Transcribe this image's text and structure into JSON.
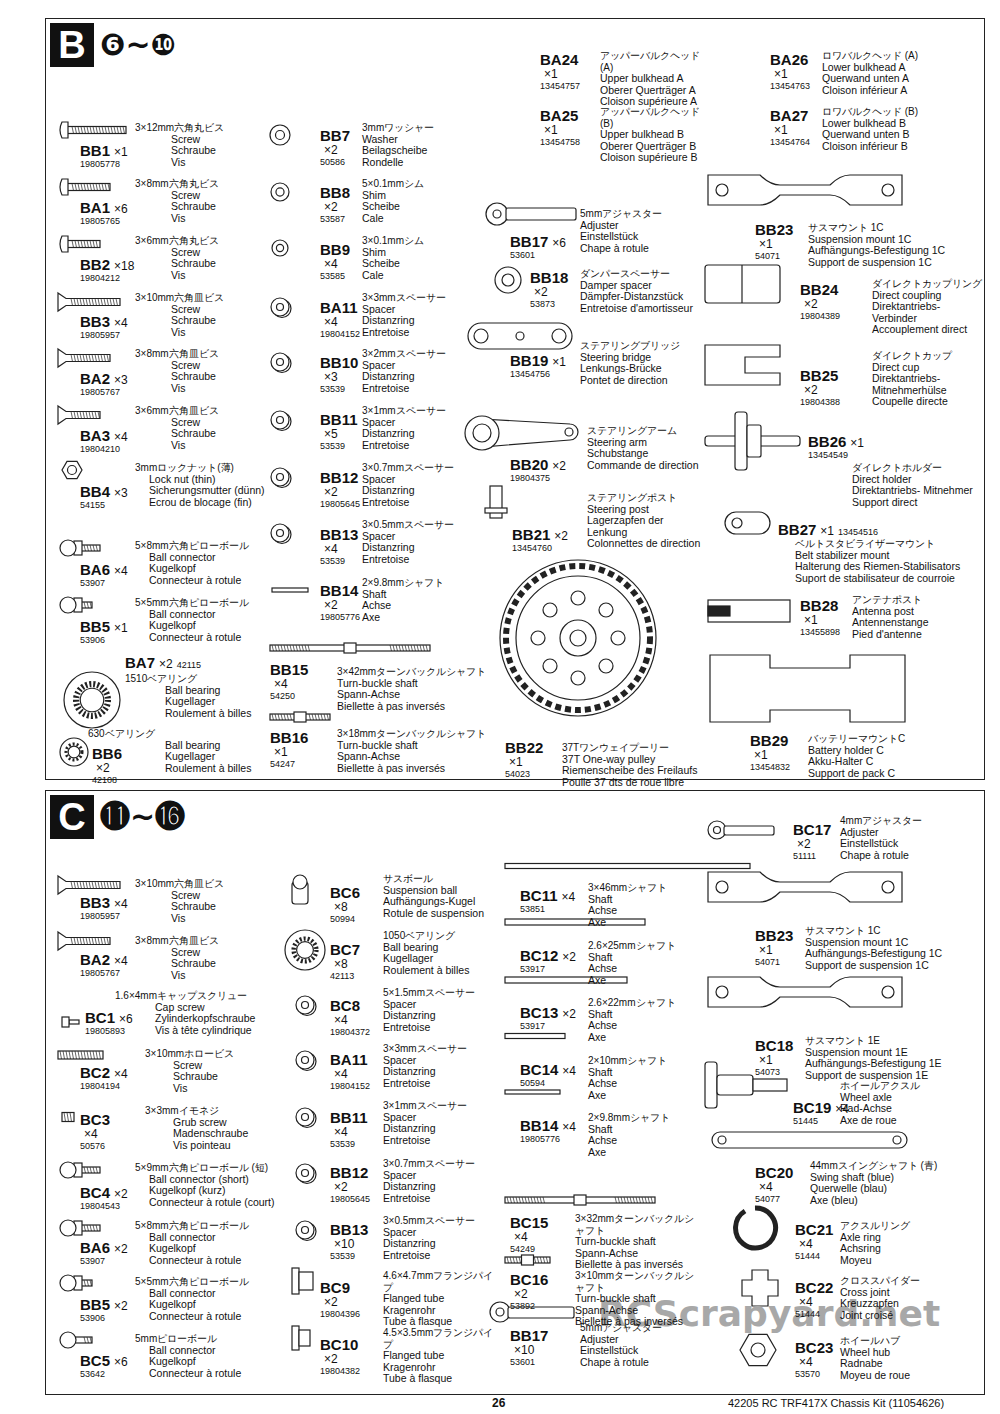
{
  "diagram": {
    "nodes": [
      {
        "text": [
          "B",
          "❻~❿"
        ]
      },
      {
        "text": [
          "C",
          "⓫~⓰"
        ]
      }
    ],
    "labels": [
      "BB1",
      "×1",
      "19805778",
      "3×12mm六角丸ビス",
      "Screw",
      "Schraube",
      "Vis",
      "BA1",
      "×6",
      "19805765",
      "3×8mm六角丸ビス",
      "Screw",
      "Schraube",
      "Vis",
      "BB2",
      "×18",
      "19804212",
      "3×6mm六角丸ビス",
      "Screw",
      "Schraube",
      "Vis",
      "BB3",
      "×4",
      "19805957",
      "3×10mm六角皿ビス",
      "Screw",
      "Schraube",
      "Vis",
      "BA2",
      "×3",
      "19805767",
      "3×8mm六角皿ビス",
      "Screw",
      "Schraube",
      "Vis",
      "BA3",
      "×4",
      "19804210",
      "3×6mm六角皿ビス",
      "Screw",
      "Schraube",
      "Vis",
      "BB4",
      "×3",
      "54155",
      "3mmロックナット(薄)",
      "Lock nut (thin)",
      "Sicherungsmutter (dünn)",
      "Ecrou de blocage (fin)",
      "BA6",
      "×4",
      "53907",
      "5×8mm六角ピローボール",
      "Ball connector",
      "Kugelkopf",
      "Connecteur à rotule",
      "BB5",
      "×1",
      "53906",
      "5×5mm六角ピローボール",
      "Ball connector",
      "Kugelkopf",
      "Connecteur à rotule",
      "BA7",
      "×2",
      "42115",
      "1510ベアリング",
      "Ball bearing",
      "Kugellager",
      "Roulement à billes",
      "BB6",
      "×2",
      "42108",
      "630ベアリング",
      "Ball bearing",
      "Kugellager",
      "Roulement à billes",
      "BB7",
      "×2",
      "50586",
      "3mmワッシャー",
      "Washer",
      "Beilagscheibe",
      "Rondelle",
      "BB8",
      "×2",
      "53587",
      "5×0.1mmシム",
      "Shim",
      "Scheibe",
      "Cale",
      "BB9",
      "×4",
      "53585",
      "3×0.1mmシム",
      "Shim",
      "Scheibe",
      "Cale",
      "BA11",
      "×4",
      "19804152",
      "3×3mmスペーサー",
      "Spacer",
      "Distanzring",
      "Entretoise",
      "BB10",
      "×3",
      "53539",
      "3×2mmスペーサー",
      "Spacer",
      "Distanzring",
      "Entretoise",
      "BB11",
      "×5",
      "53539",
      "3×1mmスペーサー",
      "Spacer",
      "Distanzring",
      "Entretoise",
      "BB12",
      "×2",
      "19805645",
      "3×0.7mmスペーサー",
      "Spacer",
      "Distanzring",
      "Entretoise",
      "BB13",
      "×4",
      "53539",
      "3×0.5mmスペーサー",
      "Spacer",
      "Distanzring",
      "Entretoise",
      "BB14",
      "×2",
      "19805776",
      "2×9.8mmシャフト",
      "Shaft",
      "Achse",
      "Axe",
      "BB15",
      "×4",
      "54250",
      "3×42mmターンバックルシャフト",
      "Turn-buckle shaft",
      "Spann-Achse",
      "Biellette à pas inversés",
      "BB16",
      "×1",
      "54247",
      "3×18mmターンバックルシャフト",
      "Turn-buckle shaft",
      "Spann-Achse",
      "Biellette à pas inversés",
      "BA24",
      "×1",
      "13454757",
      "アッパーバルクヘッド (A)",
      "Upper bulkhead A",
      "Oberer Querträger A",
      "Cloison supérieure A",
      "BA25",
      "×1",
      "13454758",
      "アッパーバルクヘッド (B)",
      "Upper bulkhead B",
      "Oberer Querträger B",
      "Cloison supérieure B",
      "BA26",
      "×1",
      "13454763",
      "ロワバルクヘッド (A)",
      "Lower bulkhead A",
      "Querwand unten A",
      "Cloison inférieur A",
      "BA27",
      "×1",
      "13454764",
      "ロワバルクヘッド (B)",
      "Lower bulkhead B",
      "Querwand unten B",
      "Cloison inférieur B",
      "BB17",
      "×6",
      "53601",
      "5mmアジャスター",
      "Adjuster",
      "Einstellstück",
      "Chape à rotule",
      "BB18",
      "×2",
      "53873",
      "ダンパースペーサー",
      "Damper spacer",
      "Dämpfer-Distanzstück",
      "Entretoise d'amortisseur",
      "BB19",
      "×1",
      "13454756",
      "ステアリングブリッジ",
      "Steering bridge",
      "Lenkungs-Brücke",
      "Pontet de direction",
      "BB20",
      "×2",
      "19804375",
      "ステアリングアーム",
      "Steering arm",
      "Schubstange",
      "Commande de direction",
      "BB21",
      "×2",
      "13454760",
      "ステアリングポスト",
      "Steering post",
      "Lagerzapfen der Lenkung",
      "Colonnettes de direction",
      "BB22",
      "×1",
      "54023",
      "37Tワンウェイプーリー",
      "37T One-way pulley",
      "Riemenscheibe des Freilaufs",
      "Poulie 37 dts de roue libre",
      "BB23",
      "×1",
      "54071",
      "サスマウント 1C",
      "Suspension mount 1C",
      "Aufhängungs-Befestigung 1C",
      "Support de suspension 1C",
      "BB24",
      "×2",
      "19804389",
      "ダイレクトカップリング",
      "Direct coupling",
      "Direktantriebs- Verbinder",
      "Accouplement direct",
      "BB25",
      "×2",
      "19804388",
      "ダイレクトカップ",
      "Direct cup",
      "Direktantriebs- Mitnehmerhülse",
      "Coupelle directe",
      "BB26",
      "×1",
      "13454549",
      "ダイレクトホルダー",
      "Direct holder",
      "Direktantriebs- Mitnehmer",
      "Support direct",
      "BB27",
      "×1",
      "13454516",
      "ベルトスタビライザーマウント",
      "Belt stabilizer mount",
      "Halterung des Riemen-Stabilisators",
      "Suport de stabilisateur de courroie",
      "BB28",
      "×1",
      "13455898",
      "アンテナポスト",
      "Antenna post",
      "Antennenstange",
      "Pied d'antenne",
      "BB29",
      "×1",
      "13454832",
      "バッテリーマウントC",
      "Battery holder C",
      "Akku-Halter C",
      "Support de pack C",
      "BB3",
      "×4",
      "19805957",
      "3×10mm六角皿ビス",
      "Screw",
      "Schraube",
      "Vis",
      "BA2",
      "×4",
      "19805767",
      "3×8mm六角皿ビス",
      "Screw",
      "Schraube",
      "Vis",
      "BC1",
      "×6",
      "19805893",
      "1.6×4mmキャップスクリュー",
      "Cap screw",
      "Zylinderkopfschraube",
      "Vis à tête cylindrique",
      "BC2",
      "×4",
      "19804194",
      "3×10mmホロービス",
      "Screw",
      "Schraube",
      "Vis",
      "BC3",
      "×4",
      "50576",
      "3×3mmイモネジ",
      "Grub screw",
      "Madenschraube",
      "Vis pointeau",
      "BC4",
      "×2",
      "19804543",
      "5×9mm六角ピローボール (短)",
      "Ball connector (short)",
      "Kugelkopf (kurz)",
      "Connecteur à rotule (court)",
      "BA6",
      "×2",
      "53907",
      "5×8mm六角ピローボール",
      "Ball connector",
      "Kugelkopf",
      "Connecteur à rotule",
      "BB5",
      "×2",
      "53906",
      "5×5mm六角ピローボール",
      "Ball connector",
      "Kugelkopf",
      "Connecteur à rotule",
      "BC5",
      "×6",
      "53642",
      "5mmピローボール",
      "Ball connector",
      "Kugelkopf",
      "Connecteur à rotule",
      "BC6",
      "×8",
      "50994",
      "サスボール",
      "Suspension ball",
      "Aufhängungs-Kugel",
      "Rotule de suspension",
      "BC7",
      "×8",
      "42113",
      "1050ベアリング",
      "Ball bearing",
      "Kugellager",
      "Roulement à billes",
      "BC8",
      "×4",
      "19804372",
      "5×1.5mmスペーサー",
      "Spacer",
      "Distanzring",
      "Entretoise",
      "BA11",
      "×4",
      "19804152",
      "3×3mmスペーサー",
      "Spacer",
      "Distanzring",
      "Entretoise",
      "BB11",
      "×4",
      "53539",
      "3×1mmスペーサー",
      "Spacer",
      "Distanzring",
      "Entretoise",
      "BB12",
      "×2",
      "19805645",
      "3×0.7mmスペーサー",
      "Spacer",
      "Distanzring",
      "Entretoise",
      "BB13",
      "×10",
      "53539",
      "3×0.5mmスペーサー",
      "Spacer",
      "Distanzring",
      "Entretoise",
      "BC9",
      "×2",
      "19804396",
      "4.6×4.7mmフランジパイプ",
      "Flanged tube",
      "Kragenrohr",
      "Tube à flasque",
      "BC10",
      "×2",
      "19804382",
      "4.5×3.5mmフランジパイプ",
      "Flanged tube",
      "Kragenrohr",
      "Tube à flasque",
      "BC11",
      "×4",
      "53851",
      "3×46mmシャフト",
      "Shaft",
      "Achse",
      "Axe",
      "BC12",
      "×2",
      "53917",
      "2.6×25mmシャフト",
      "Shaft",
      "Achse",
      "Axe",
      "BC13",
      "×2",
      "53917",
      "2.6×22mmシャフト",
      "Shaft",
      "Achse",
      "Axe",
      "BC14",
      "×4",
      "50594",
      "2×10mmシャフト",
      "Shaft",
      "Achse",
      "Axe",
      "BB14",
      "×4",
      "19805776",
      "2×9.8mmシャフト",
      "Shaft",
      "Achse",
      "Axe",
      "BC15",
      "×4",
      "54249",
      "3×32mmターンバックルシャフト",
      "Turn-buckle shaft",
      "Spann-Achse",
      "Biellette à pas inversés",
      "BC16",
      "×2",
      "53892",
      "3×10mmターンバックルシャフト",
      "Turn-buckle shaft",
      "Spann-Achse",
      "Biellette à pas inversés",
      "BB17",
      "×10",
      "53601",
      "5mmアジャスター",
      "Adjuster",
      "Einstellstück",
      "Chape à rotule",
      "BC17",
      "×2",
      "51111",
      "4mmアジャスター",
      "Adjuster",
      "Einstellstück",
      "Chape à rotule",
      "BB23",
      "×1",
      "54071",
      "サスマウント 1C",
      "Suspension mount 1C",
      "Aufhängungs-Befestigung 1C",
      "Support de suspension 1C",
      "BC18",
      "×1",
      "54073",
      "サスマウント 1E",
      "Suspension mount 1E",
      "Aufhängungs-Befestigung 1E",
      "Support de suspension 1E",
      "BC19",
      "×4",
      "51445",
      "ホイールアクスル",
      "Wheel axle",
      "Rad-Achse",
      "Axe de roue",
      "BC20",
      "×4",
      "54077",
      "44mmスイングシャフト (青)",
      "Swing shaft (blue)",
      "Querwelle (blau)",
      "Axe (bleu)",
      "BC21",
      "×4",
      "51444",
      "アクスルリング",
      "Axle ring",
      "Achsring",
      "Moyeu",
      "BC22",
      "×4",
      "51444",
      "クロススパイダー",
      "Cross joint",
      "Kreuzzapfen",
      "Joint croisé",
      "BC23",
      "×4",
      "53570",
      "ホイールハブ",
      "Wheel hub",
      "Radnabe",
      "Moyeu de roue",
      "26",
      "42205 RC TRF417X Chassis Kit (11054626)",
      "RCScrapyard.net"
    ]
  }
}
